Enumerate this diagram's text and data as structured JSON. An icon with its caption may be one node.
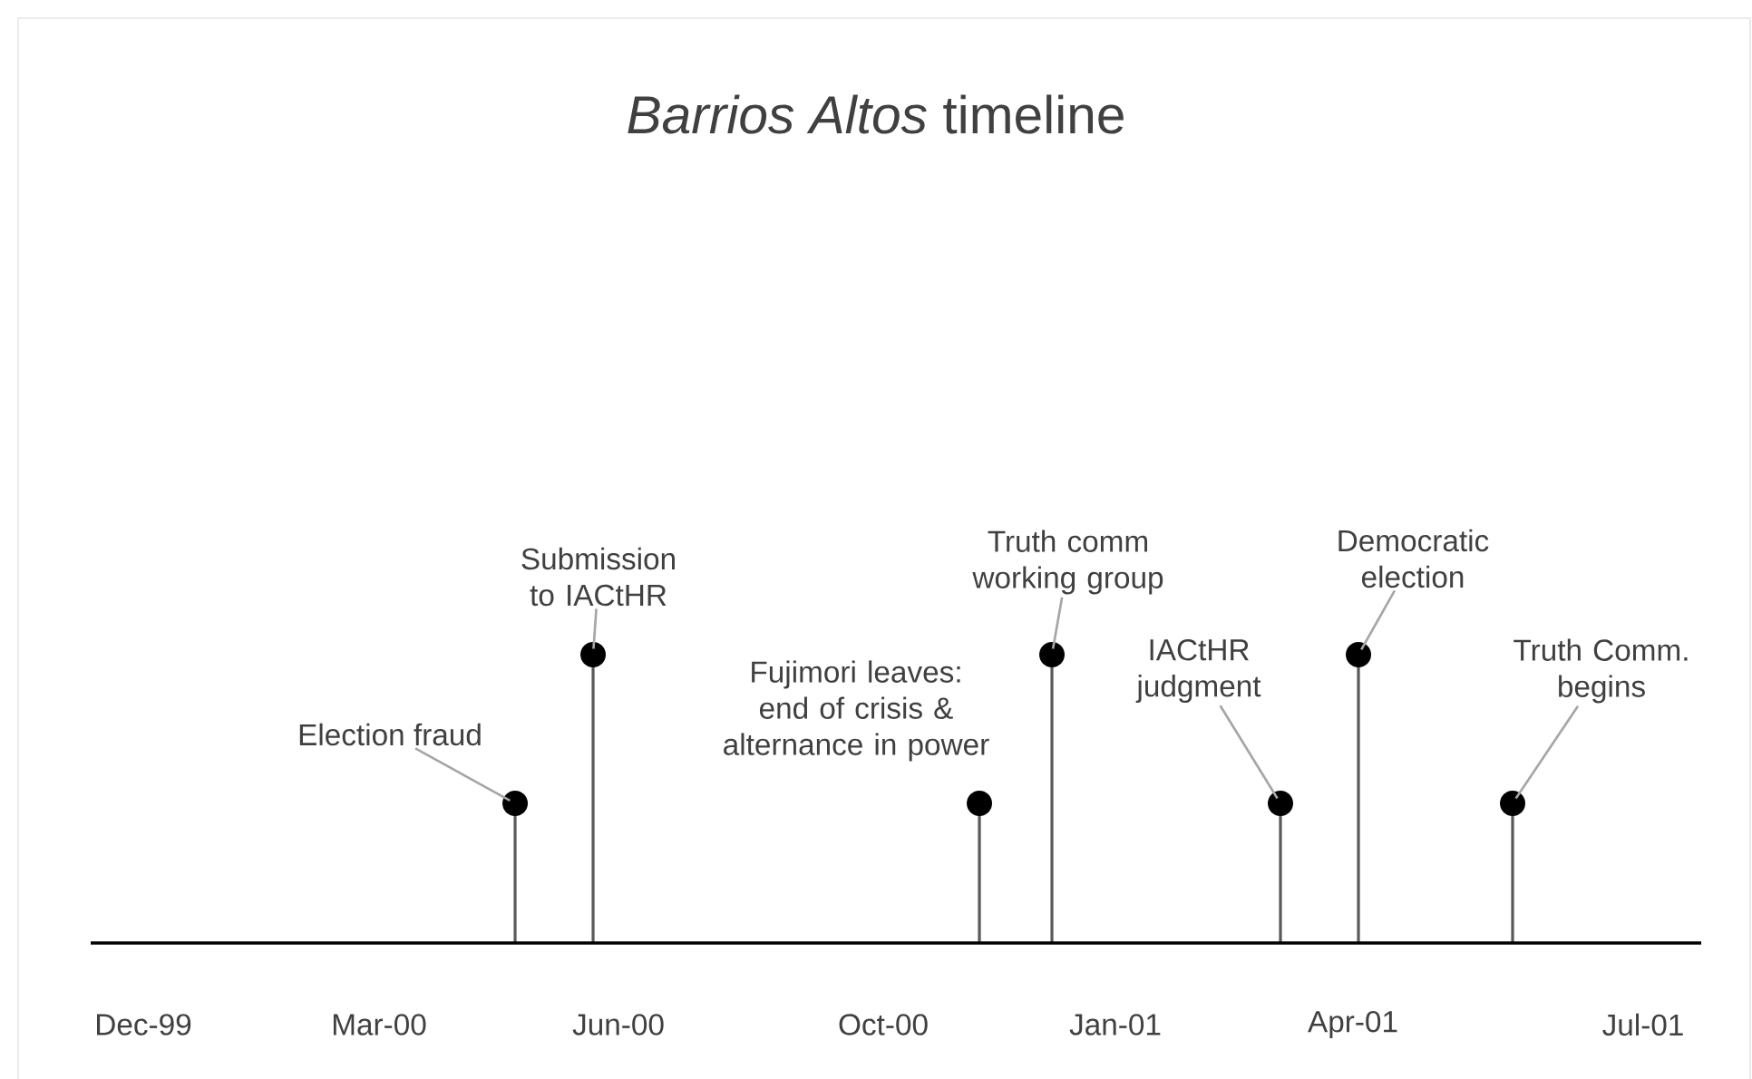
{
  "diagram": {
    "title": "*Barrios Altos* timeline",
    "nodes": [
      {
        "text": [
          "Election fraud"
        ]
      },
      {
        "text": [
          "Submission to IACtHR"
        ]
      },
      {
        "text": [
          "Truth comm working group"
        ]
      },
      {
        "text": [
          "IACtHR judgment"
        ]
      },
      {
        "text": [
          "Democratic election"
        ]
      },
      {
        "text": [
          "Truth Comm. begins"
        ]
      },
      {
        "text": [],
        "shape": "circle"
      },
      {
        "text": [],
        "shape": "circle"
      },
      {
        "text": [],
        "shape": "circle",
        "beside": [
          "Fujimori leaves: end of crisis & alternance in power"
        ]
      },
      {
        "text": [],
        "shape": "circle"
      },
      {
        "text": [],
        "shape": "circle"
      },
      {
        "text": [],
        "shape": "circle"
      },
      {
        "text": [],
        "shape": "circle"
      }
    ],
    "edges": [
      {
        "from": 0,
        "to": 6,
        "arrow": "none"
      },
      {
        "from": 1,
        "to": 7,
        "arrow": "none"
      },
      {
        "from": 2,
        "to": 9,
        "arrow": "none"
      },
      {
        "from": 3,
        "to": 10,
        "arrow": "none"
      },
      {
        "from": 4,
        "to": 11,
        "arrow": "none"
      },
      {
        "from": 5,
        "to": 12,
        "arrow": "none"
      }
    ],
    "labels": [
      "Dec-99",
      "Mar-00",
      "Jun-00",
      "Oct-00",
      "Jan-01",
      "Apr-01",
      "Jul-01"
    ]
  }
}
